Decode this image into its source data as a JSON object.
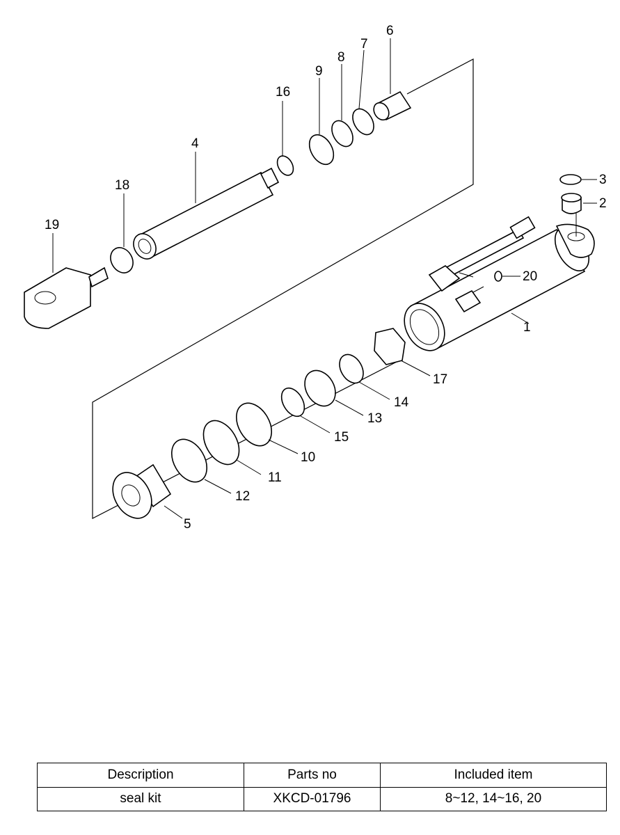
{
  "callouts": [
    {
      "id": "c1",
      "label": "1"
    },
    {
      "id": "c2",
      "label": "2"
    },
    {
      "id": "c3",
      "label": "3"
    },
    {
      "id": "c4",
      "label": "4"
    },
    {
      "id": "c5",
      "label": "5"
    },
    {
      "id": "c6",
      "label": "6"
    },
    {
      "id": "c7",
      "label": "7"
    },
    {
      "id": "c8",
      "label": "8"
    },
    {
      "id": "c9",
      "label": "9"
    },
    {
      "id": "c10",
      "label": "10"
    },
    {
      "id": "c11",
      "label": "11"
    },
    {
      "id": "c12",
      "label": "12"
    },
    {
      "id": "c13",
      "label": "13"
    },
    {
      "id": "c14",
      "label": "14"
    },
    {
      "id": "c15",
      "label": "15"
    },
    {
      "id": "c16",
      "label": "16"
    },
    {
      "id": "c17",
      "label": "17"
    },
    {
      "id": "c18",
      "label": "18"
    },
    {
      "id": "c19",
      "label": "19"
    },
    {
      "id": "c20",
      "label": "20"
    }
  ],
  "table": {
    "headers": [
      "Description",
      "Parts no",
      "Included item"
    ],
    "rows": [
      [
        "seal kit",
        "XKCD-01796",
        "8~12, 14~16, 20"
      ]
    ]
  }
}
